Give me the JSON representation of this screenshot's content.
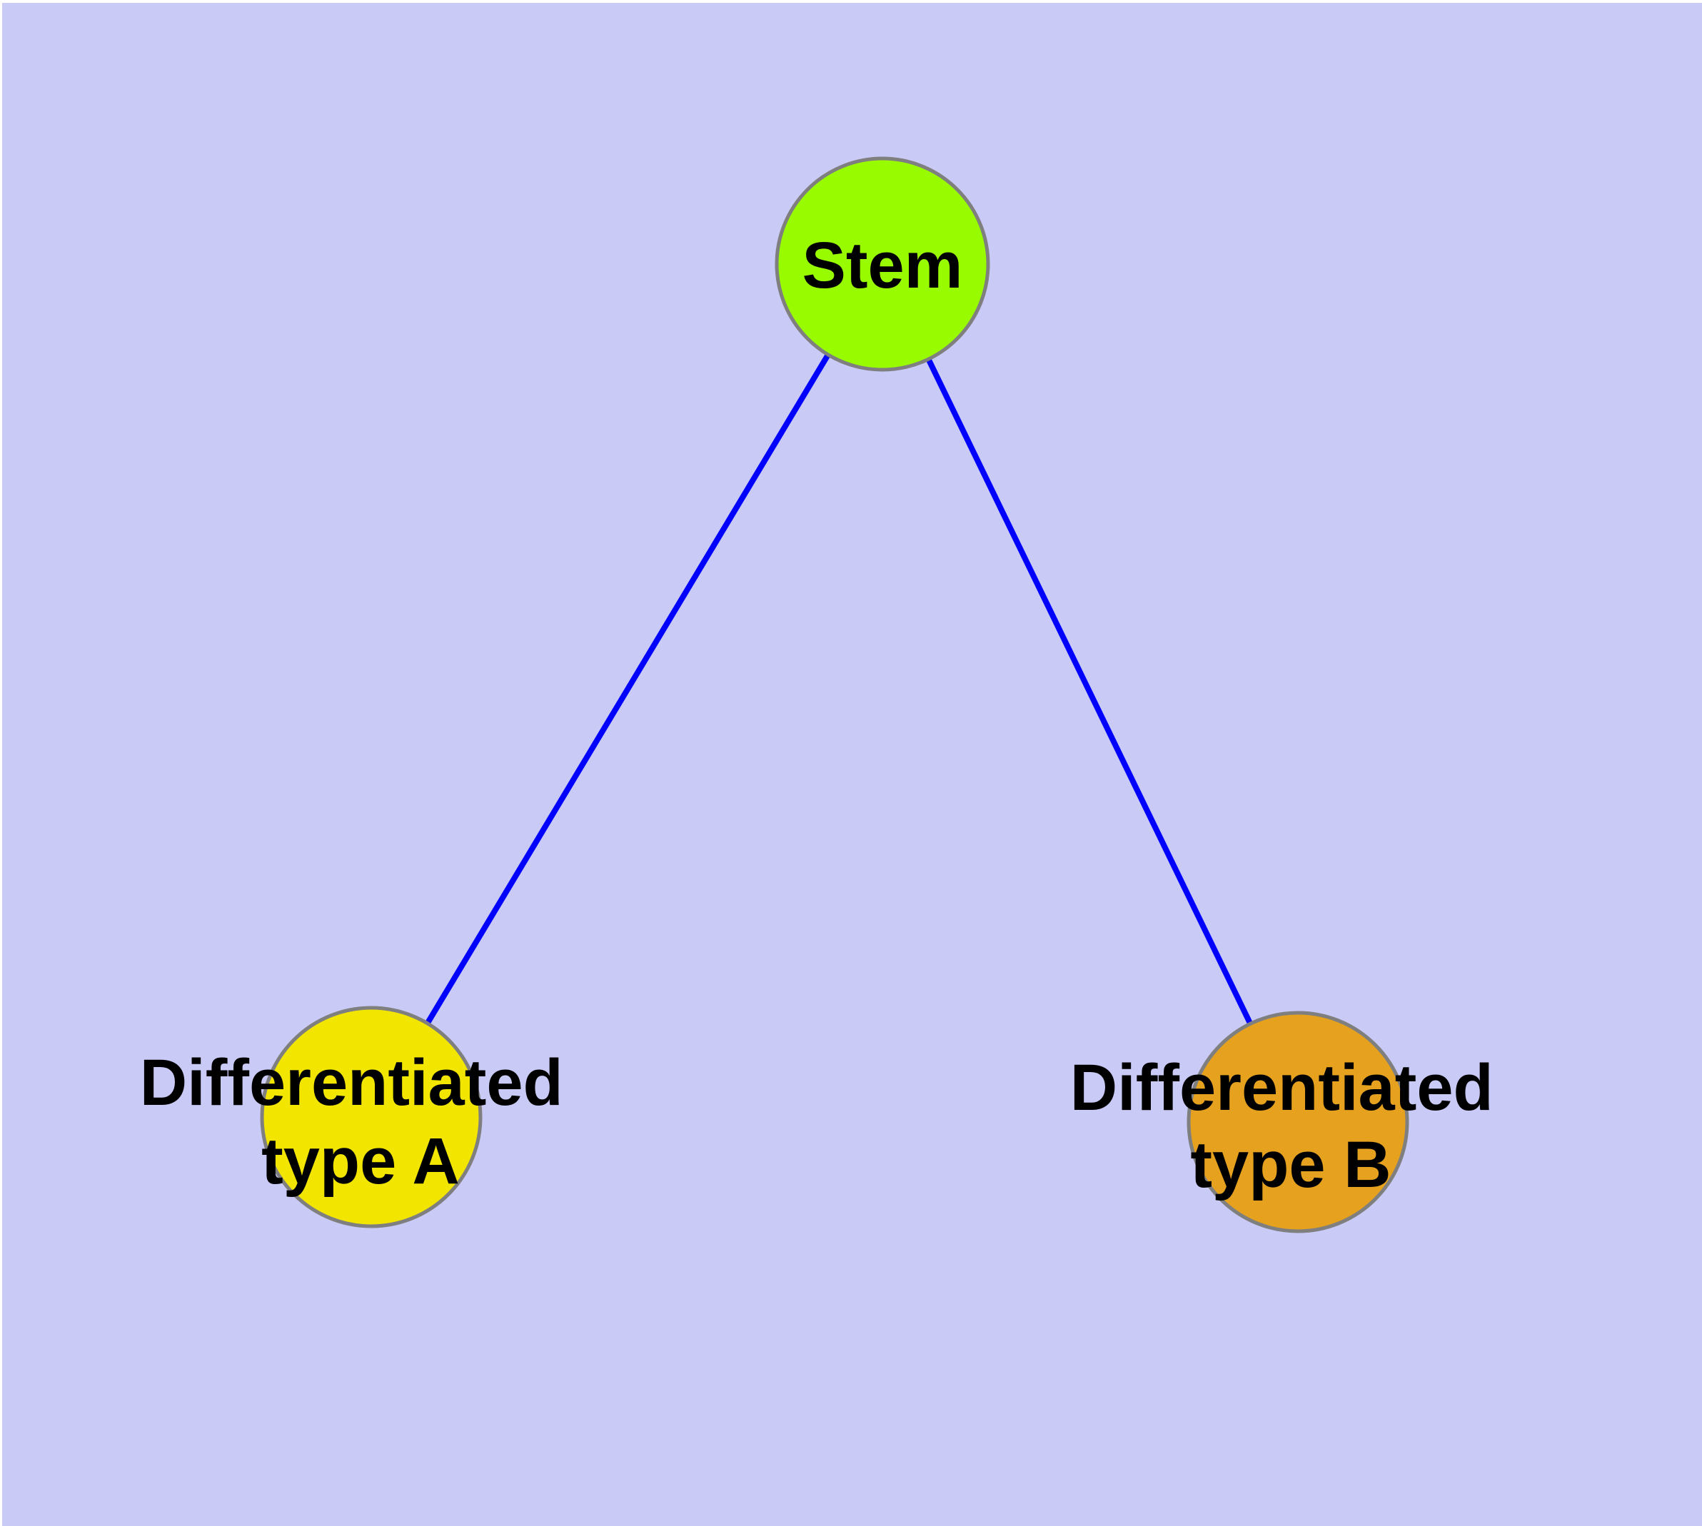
{
  "canvas": {
    "background": "#CACAF7",
    "frame_color": "#FFFFFF"
  },
  "diagram": {
    "type": "graph",
    "title": "",
    "nodes": [
      {
        "id": "stem",
        "label": "Stem",
        "line1": "Stem",
        "line2": "",
        "fill": "#98FB00",
        "stroke": "#7F7F7F",
        "text_color": "#000000"
      },
      {
        "id": "differentiated-type-a",
        "label": "Differentiated type A",
        "line1": "Differentiated",
        "line2": "type A",
        "fill": "#F2E600",
        "stroke": "#7F7F7F",
        "text_color": "#000000"
      },
      {
        "id": "differentiated-type-b",
        "label": "Differentiated type B",
        "line1": "Differentiated",
        "line2": "type B",
        "fill": "#E6A11F",
        "stroke": "#7F7F7F",
        "text_color": "#000000"
      }
    ],
    "edges": [
      {
        "from": "stem",
        "to": "differentiated-type-a",
        "color": "#0000FF"
      },
      {
        "from": "stem",
        "to": "differentiated-type-b",
        "color": "#0000FF"
      }
    ]
  }
}
